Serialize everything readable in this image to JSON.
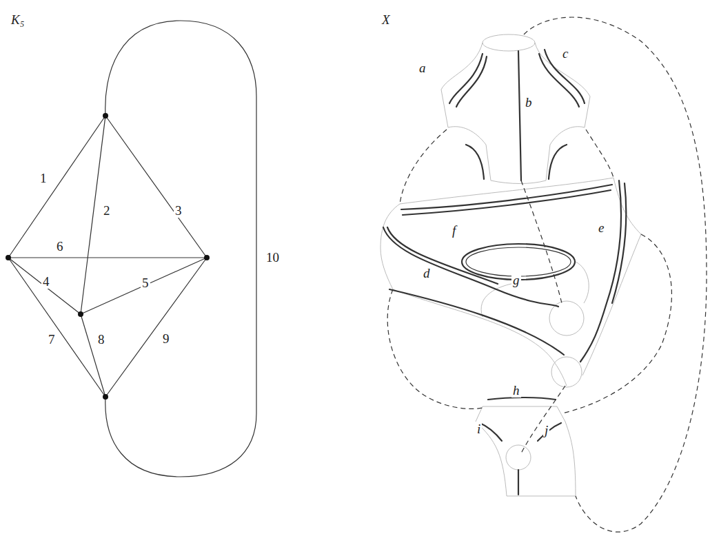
{
  "diagram": {
    "labels": [
      "K₅",
      "1",
      "2",
      "3",
      "4",
      "5",
      "6",
      "7",
      "8",
      "9",
      "10",
      "X",
      "a",
      "b",
      "c",
      "d",
      "e",
      "f",
      "g",
      "h",
      "i",
      "j"
    ]
  }
}
